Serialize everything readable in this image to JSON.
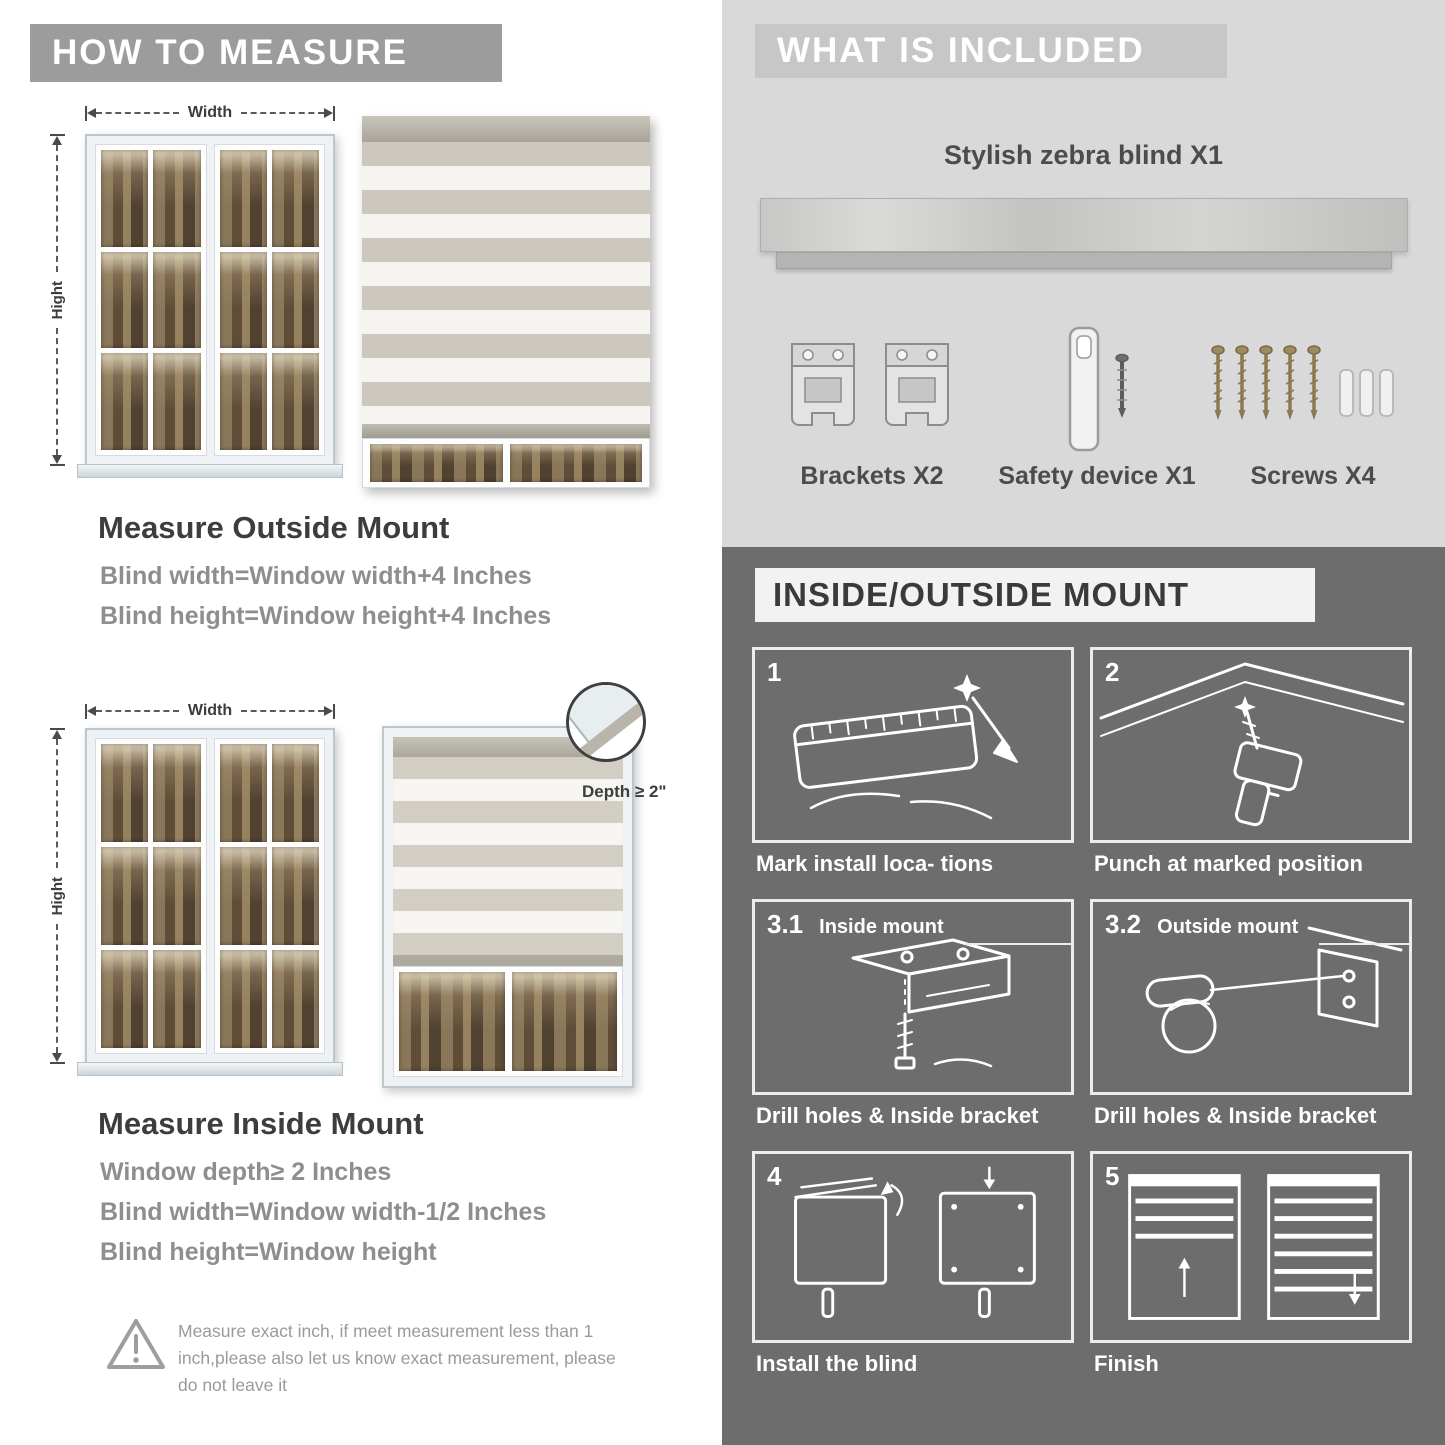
{
  "colors": {
    "header_bar": "#9c9c9c",
    "included_panel": "#d9d9d9",
    "included_header_bar": "#c7c7c7",
    "mount_panel": "#6d6d6d",
    "heading_text": "#3d3d3d",
    "body_text": "#8e8e8e"
  },
  "how_to_measure": {
    "header": "HOW TO MEASURE",
    "width_label": "Width",
    "height_label": "Hight",
    "outside": {
      "title": "Measure Outside Mount",
      "line1": "Blind width=Window width+4 Inches",
      "line2": "Blind height=Window height+4 Inches"
    },
    "inside": {
      "depth_label": "Depth ≥ 2\"",
      "title": "Measure Inside Mount",
      "line1": "Window depth≥ 2 Inches",
      "line2": "Blind width=Window width-1/2 Inches",
      "line3": "Blind height=Window height"
    },
    "warning_text": "Measure exact inch, if meet measurement less than 1 inch,please also let us know exact measurement, please do not leave it"
  },
  "included": {
    "header": "WHAT IS INCLUDED",
    "product_label": "Stylish zebra blind X1",
    "items": [
      {
        "label": "Brackets X2"
      },
      {
        "label": "Safety device X1"
      },
      {
        "label": "Screws X4"
      }
    ]
  },
  "mount_guide": {
    "header": "INSIDE/OUTSIDE MOUNT",
    "steps": [
      {
        "num": "1",
        "caption": "Mark install loca- tions"
      },
      {
        "num": "2",
        "caption": "Punch at  marked position"
      },
      {
        "num": "3.1",
        "title": "Inside mount",
        "caption": "Drill holes &  Inside bracket"
      },
      {
        "num": "3.2",
        "title": "Outside mount",
        "caption": "Drill holes &  Inside bracket"
      },
      {
        "num": "4",
        "caption": "Install the blind"
      },
      {
        "num": "5",
        "caption": "Finish"
      }
    ]
  }
}
